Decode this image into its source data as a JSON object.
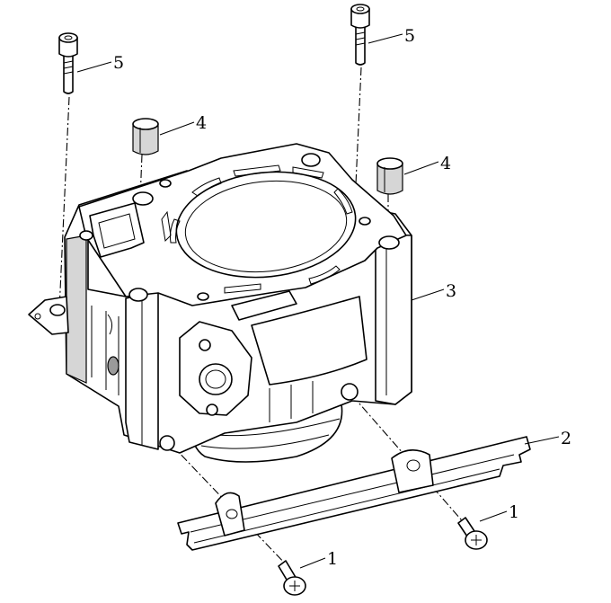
{
  "callouts": {
    "c1a": "1",
    "c1b": "1",
    "c2": "2",
    "c3": "3",
    "c4a": "4",
    "c4b": "4",
    "c5a": "5",
    "c5b": "5"
  }
}
